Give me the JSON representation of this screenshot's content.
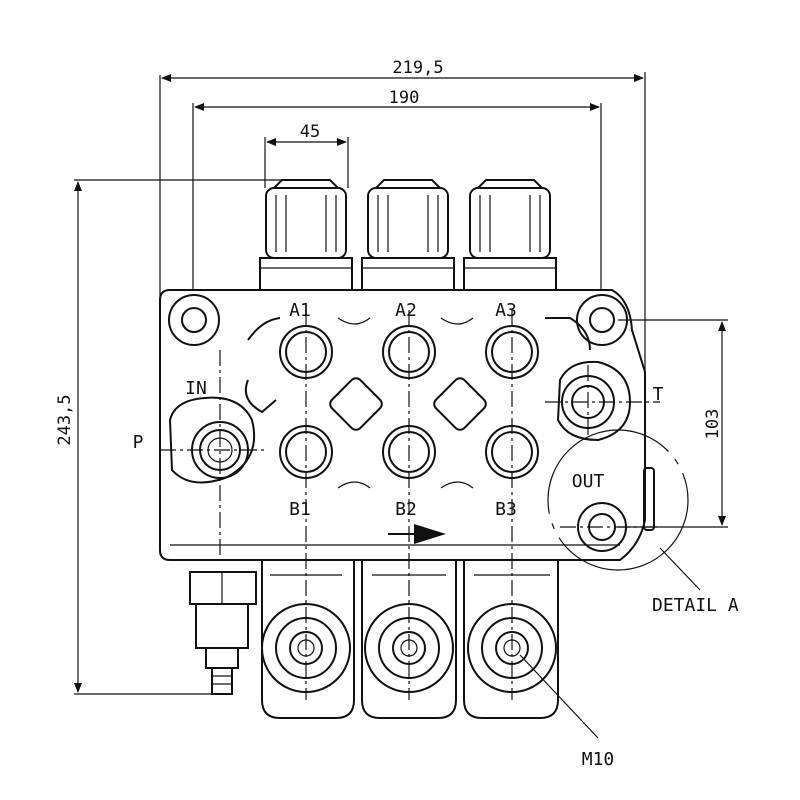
{
  "dimensions": {
    "overall_width": "219,5",
    "inner_width": "190",
    "section_width": "45",
    "overall_height": "243,5",
    "port_spacing": "103"
  },
  "ports": {
    "a1": "A1",
    "a2": "A2",
    "a3": "A3",
    "b1": "B1",
    "b2": "B2",
    "b3": "B3",
    "inlet": "IN",
    "pressure": "P",
    "tank": "T",
    "outlet": "OUT"
  },
  "callouts": {
    "detail": "DETAIL A",
    "thread": "M10"
  }
}
